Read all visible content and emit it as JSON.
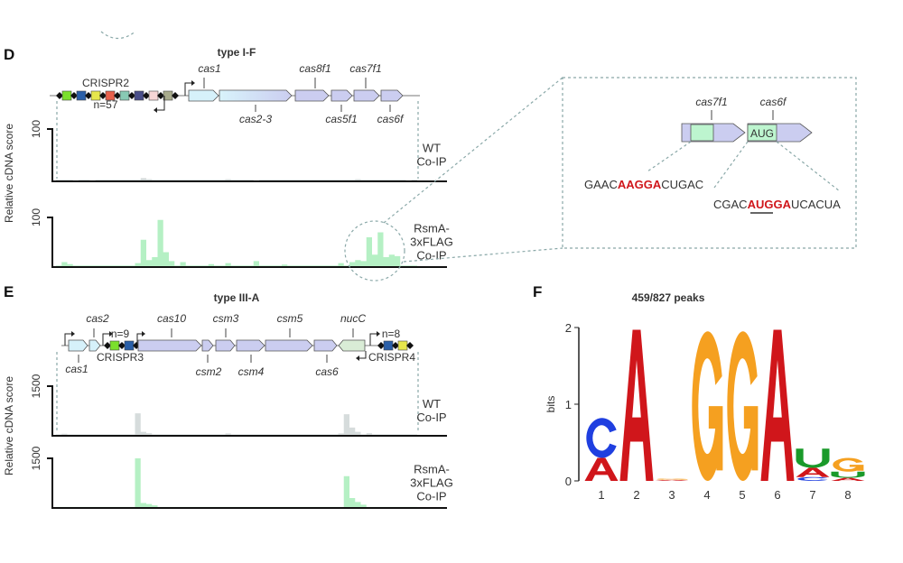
{
  "panel_d": {
    "letter": "D",
    "title": "type I-F",
    "crispr_label": "CRISPR2",
    "crispr_count": "n=57",
    "genes": {
      "cas1": "cas1",
      "cas2_3": "cas2-3",
      "cas8f1": "cas8f1",
      "cas5f1": "cas5f1",
      "cas7f1": "cas7f1",
      "cas6f": "cas6f"
    },
    "ylabel": "Relative cDNA score",
    "tracks": [
      {
        "tick": "100",
        "label_lines": [
          "WT",
          "Co-IP"
        ],
        "color": "#cfd6d6",
        "max": 100,
        "baseline": 3,
        "peaks": [
          [
            1,
            3
          ],
          [
            3,
            2
          ],
          [
            6,
            2
          ],
          [
            14,
            3
          ],
          [
            15,
            6
          ],
          [
            16,
            4
          ],
          [
            30,
            4
          ],
          [
            35,
            2
          ],
          [
            40,
            3
          ],
          [
            50,
            3
          ],
          [
            53,
            4
          ],
          [
            60,
            3
          ],
          [
            62,
            2
          ]
        ]
      },
      {
        "tick": "100",
        "label_lines": [
          "RsmA-",
          "3xFLAG",
          "Co-IP"
        ],
        "color": "#b5f0c4",
        "max": 100,
        "baseline": 3,
        "peaks": [
          [
            1,
            10
          ],
          [
            2,
            6
          ],
          [
            14,
            8
          ],
          [
            15,
            55
          ],
          [
            16,
            14
          ],
          [
            17,
            20
          ],
          [
            18,
            95
          ],
          [
            19,
            30
          ],
          [
            20,
            12
          ],
          [
            22,
            10
          ],
          [
            27,
            6
          ],
          [
            30,
            8
          ],
          [
            35,
            12
          ],
          [
            40,
            5
          ],
          [
            50,
            8
          ],
          [
            52,
            10
          ],
          [
            53,
            14
          ],
          [
            54,
            12
          ],
          [
            55,
            60
          ],
          [
            56,
            25
          ],
          [
            57,
            70
          ],
          [
            58,
            20
          ],
          [
            59,
            25
          ],
          [
            60,
            22
          ]
        ]
      }
    ],
    "inset": {
      "genes": {
        "cas7f1": "cas7f1",
        "cas6f": "cas6f"
      },
      "start_codon": "AUG",
      "seq1": {
        "pre": "GAAC",
        "motif": "AAGGA",
        "post": "CUGAC"
      },
      "seq2": {
        "pre": "CGAC",
        "motif": "AUGGA",
        "post": "UCACUA"
      },
      "motif_color": "#d0161b"
    }
  },
  "panel_e": {
    "letter": "E",
    "title": "type III-A",
    "genes": {
      "cas1": "cas1",
      "cas2": "cas2",
      "cas10": "cas10",
      "csm2": "csm2",
      "csm3": "csm3",
      "csm4": "csm4",
      "csm5": "csm5",
      "cas6": "cas6",
      "nucC": "nucC"
    },
    "crispr3_label": "CRISPR3",
    "crispr3_count": "n=9",
    "crispr4_label": "CRISPR4",
    "crispr4_count": "n=8",
    "ylabel": "Relative cDNA score",
    "tracks": [
      {
        "tick": "1500",
        "label_lines": [
          "WT",
          "Co-IP"
        ],
        "color": "#d6dcdc",
        "max": 1500,
        "baseline": 40,
        "peaks": [
          [
            1,
            60
          ],
          [
            14,
            680
          ],
          [
            15,
            120
          ],
          [
            16,
            80
          ],
          [
            30,
            70
          ],
          [
            50,
            70
          ],
          [
            51,
            650
          ],
          [
            52,
            250
          ],
          [
            53,
            120
          ],
          [
            55,
            80
          ]
        ]
      },
      {
        "tick": "1500",
        "label_lines": [
          "RsmA-",
          "3xFLAG",
          "Co-IP"
        ],
        "color": "#b5f0c4",
        "max": 1500,
        "baseline": 30,
        "peaks": [
          [
            14,
            1500
          ],
          [
            15,
            150
          ],
          [
            16,
            120
          ],
          [
            17,
            80
          ],
          [
            51,
            960
          ],
          [
            52,
            300
          ],
          [
            53,
            180
          ],
          [
            54,
            100
          ]
        ]
      }
    ]
  },
  "panel_f": {
    "letter": "F",
    "chart_data": {
      "type": "sequence-logo",
      "title": "459/827 peaks",
      "ylabel": "bits",
      "ylim": [
        0,
        2
      ],
      "yticks": [
        "0",
        "1",
        "2"
      ],
      "positions": [
        "1",
        "2",
        "3",
        "4",
        "5",
        "6",
        "7",
        "8"
      ],
      "columns": [
        [
          {
            "l": "A",
            "h": 0.3
          },
          {
            "l": "C",
            "h": 0.52
          }
        ],
        [
          {
            "l": "A",
            "h": 1.97
          }
        ],
        [
          {
            "l": "A",
            "h": 0.015
          },
          {
            "l": "G",
            "h": 0.015
          }
        ],
        [
          {
            "l": "G",
            "h": 1.95
          }
        ],
        [
          {
            "l": "G",
            "h": 1.95
          }
        ],
        [
          {
            "l": "A",
            "h": 1.97
          }
        ],
        [
          {
            "l": "C",
            "h": 0.05
          },
          {
            "l": "A",
            "h": 0.12
          },
          {
            "l": "U",
            "h": 0.25
          }
        ],
        [
          {
            "l": "A",
            "h": 0.04
          },
          {
            "l": "U",
            "h": 0.08
          },
          {
            "l": "G",
            "h": 0.18
          }
        ]
      ],
      "colors": {
        "A": "#d0161b",
        "C": "#1f3fe0",
        "G": "#f5a020",
        "U": "#1a9a2a"
      }
    }
  }
}
